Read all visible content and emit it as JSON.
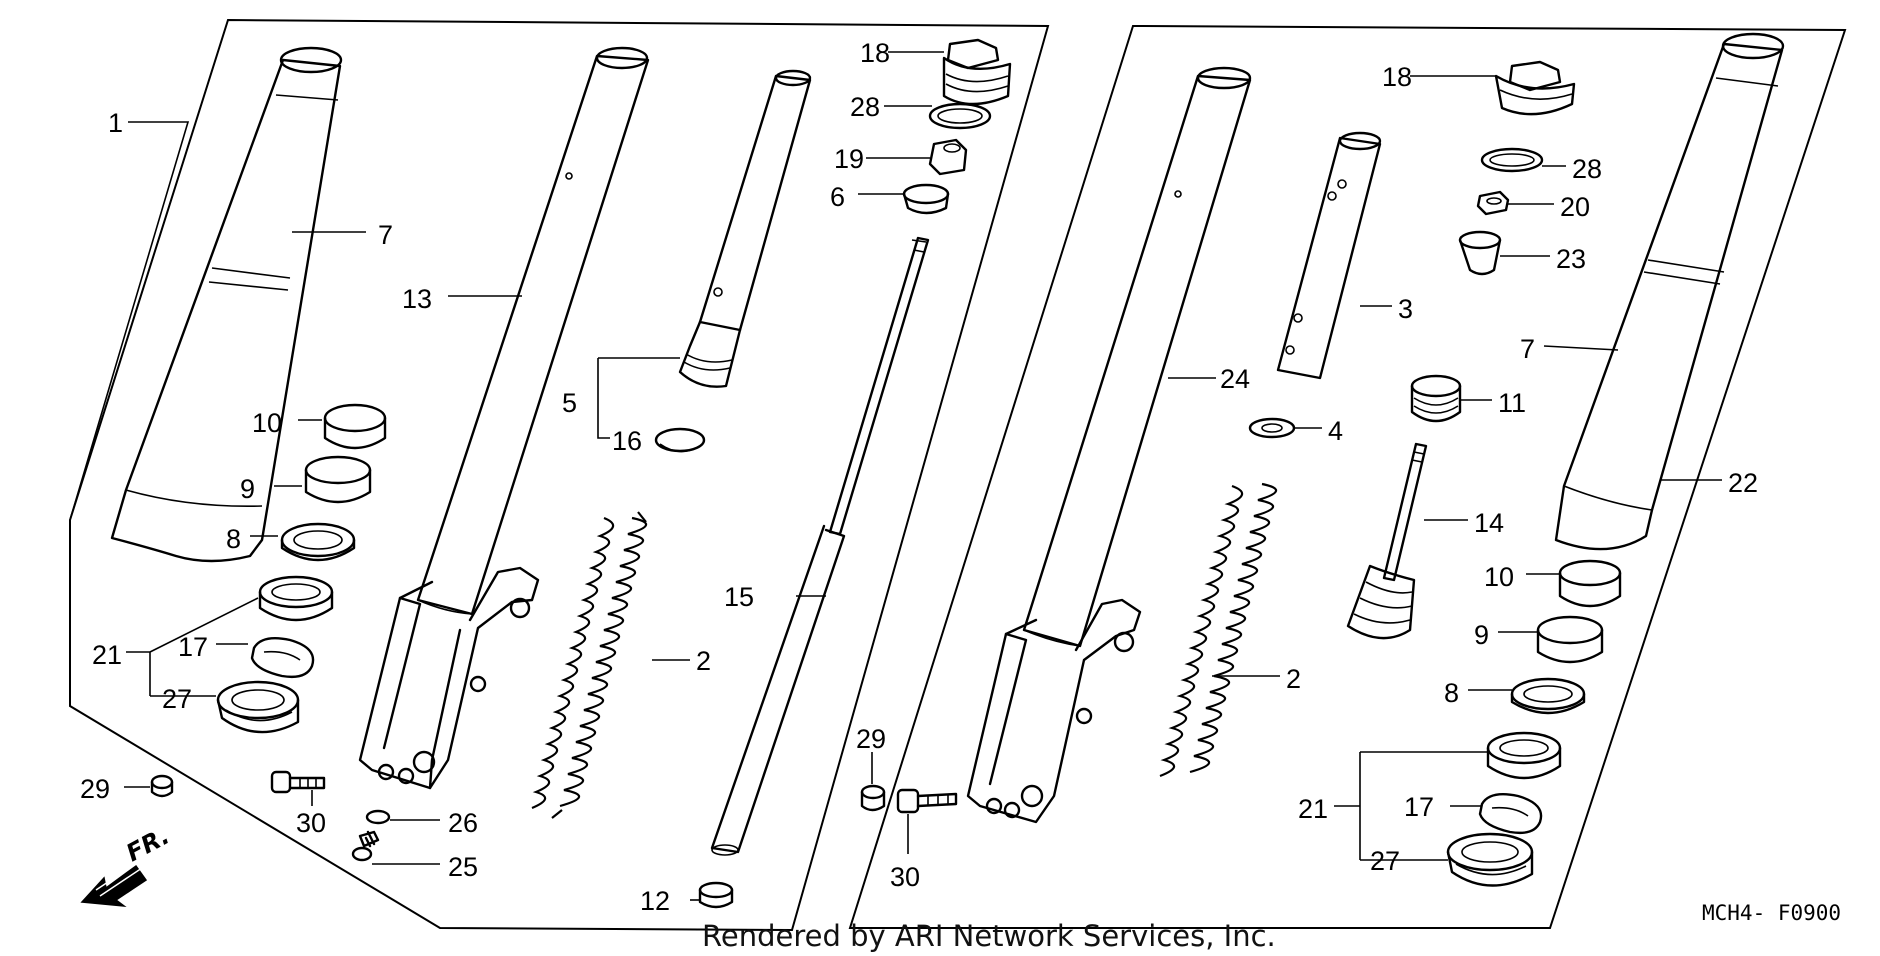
{
  "callouts": [
    "1",
    "2",
    "3",
    "4",
    "5",
    "6",
    "7",
    "8",
    "9",
    "10",
    "11",
    "12",
    "13",
    "14",
    "15",
    "16",
    "17",
    "18",
    "19",
    "20",
    "21",
    "22",
    "23",
    "24",
    "25",
    "26",
    "27",
    "28",
    "29",
    "30"
  ],
  "direction_label": "FR.",
  "diagram_code": "MCH4- F0900",
  "credit": "Rendered by ARI Network Services, Inc."
}
